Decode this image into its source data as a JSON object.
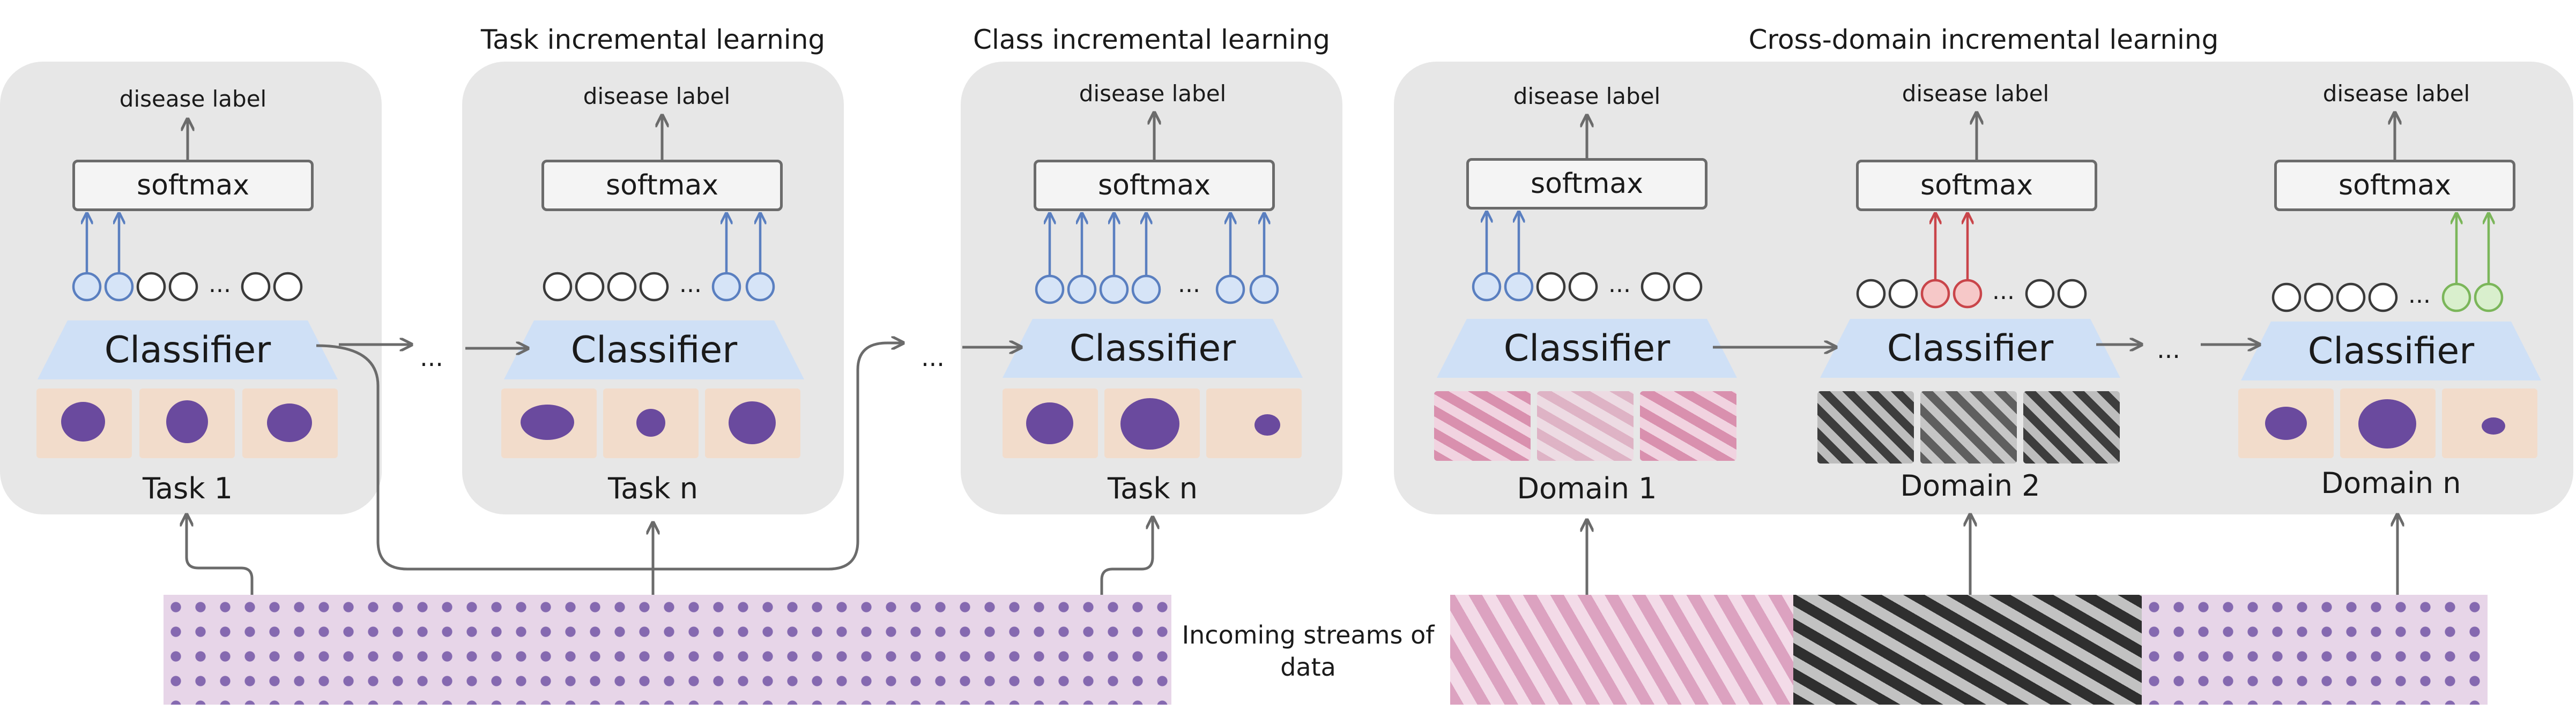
{
  "titles": {
    "task_incremental": "Task incremental learning",
    "class_incremental": "Class incremental learning",
    "cross_domain": "Cross-domain incremental learning"
  },
  "common": {
    "output_label": "disease label",
    "softmax": "softmax",
    "classifier": "Classifier",
    "ellipsis": "..."
  },
  "panels": {
    "task_1": "Task 1",
    "task_n": "Task n",
    "class_task_n": "Task n",
    "domain_1": "Domain 1",
    "domain_2": "Domain 2",
    "domain_n": "Domain n"
  },
  "stream_label": "Incoming streams of data",
  "colors": {
    "panel_bg": "#e7e7e7",
    "classifier_bg": "#cfe0f6",
    "arrow": "#6b6b6b",
    "active_blue": "#5a7fc0",
    "active_red": "#c9454a",
    "active_green": "#7bb65a"
  }
}
